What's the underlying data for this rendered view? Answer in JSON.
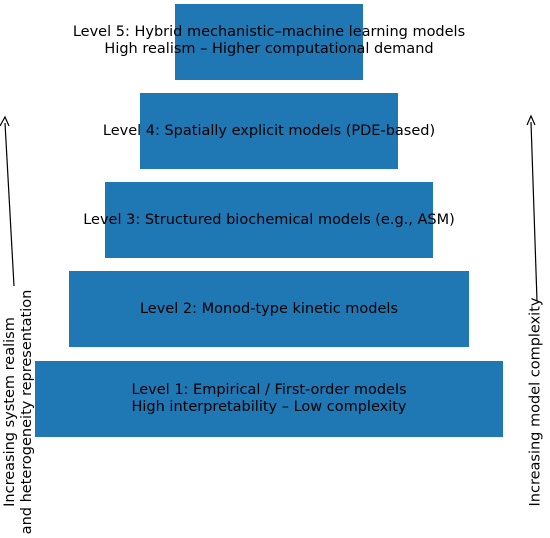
{
  "colors": {
    "box_fill": "#1f77b4",
    "text": "#000000",
    "arrow": "#000000"
  },
  "levels": [
    {
      "line1": "Level 5: Hybrid mechanistic–machine learning models",
      "line2": "High realism – Higher computational demand"
    },
    {
      "line1": "Level 4: Spatially explicit models (PDE-based)",
      "line2": ""
    },
    {
      "line1": "Level 3: Structured biochemical models (e.g., ASM)",
      "line2": ""
    },
    {
      "line1": "Level 2: Monod-type kinetic models",
      "line2": ""
    },
    {
      "line1": "Level 1: Empirical / First-order models",
      "line2": "High interpretability – Low complexity"
    }
  ],
  "left_axis": {
    "line1": "Increasing system realism",
    "line2": "and heterogeneity representation"
  },
  "right_axis": {
    "label": "Increasing model complexity"
  }
}
